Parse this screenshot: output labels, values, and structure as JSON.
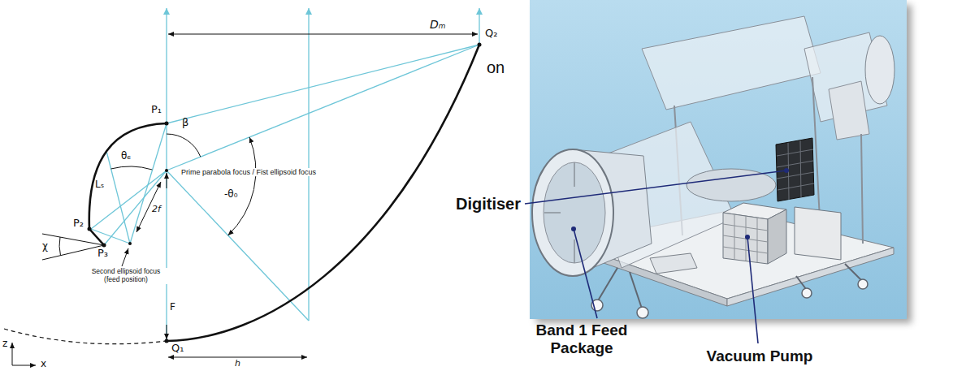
{
  "diagram": {
    "labels": [
      "Dₘ",
      "Q₂",
      "P₁",
      "β",
      "θₑ",
      "Lₛ",
      "2f",
      "Prime parabola focus / Fist ellipsoid focus",
      "P₂",
      "χ",
      "P₃",
      "-θ₀",
      "F",
      "Second ellipsoid focus (feed position)",
      "Q₁",
      "h",
      "z",
      "x",
      "on",
      "Digitiser",
      "Band 1 Feed Package",
      "Vacuum Pump"
    ]
  }
}
